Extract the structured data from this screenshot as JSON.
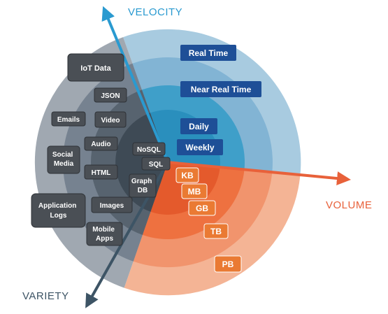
{
  "axes": {
    "velocity": "VELOCITY",
    "volume": "VOLUME",
    "variety": "VARIETY"
  },
  "velocity_labels": [
    "Real Time",
    "Near Real Time",
    "Daily",
    "Weekly"
  ],
  "volume_labels": [
    "KB",
    "MB",
    "GB",
    "TB",
    "PB"
  ],
  "variety_labels": [
    "IoT Data",
    "JSON",
    "Emails",
    "Video",
    "Audio",
    "Social Media",
    "HTML",
    "Application Logs",
    "Images",
    "Mobile Apps",
    "NoSQL",
    "SQL",
    "Graph DB"
  ],
  "colors": {
    "velocity_axis": "#2a9ad0",
    "volume_axis": "#e8613a",
    "variety_axis": "#3d5465",
    "velocity_box": "#1e4f97",
    "volume_box": "#ea7a33",
    "variety_box": "#4a4f55"
  }
}
